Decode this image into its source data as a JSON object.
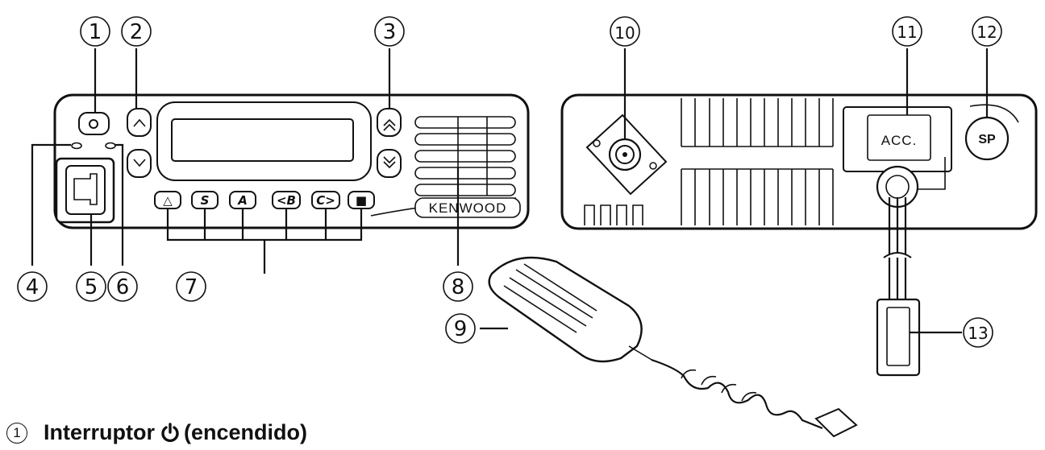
{
  "callouts": {
    "c1": "1",
    "c2": "2",
    "c3": "3",
    "c4": "4",
    "c5": "5",
    "c6": "6",
    "c7": "7",
    "c8": "8",
    "c9": "9",
    "c10": "10",
    "c11": "11",
    "c12": "12",
    "c13": "13"
  },
  "front_panel": {
    "brand": "KENWOOD",
    "buttons": [
      "△",
      "S",
      "A",
      "<B",
      "C>",
      "■"
    ]
  },
  "rear_panel": {
    "acc_label": "ACC.",
    "speaker_label": "SP"
  },
  "caption": {
    "number": "1",
    "text_before": "Interruptor",
    "icon": "power-icon",
    "text_after": "(encendido)"
  }
}
